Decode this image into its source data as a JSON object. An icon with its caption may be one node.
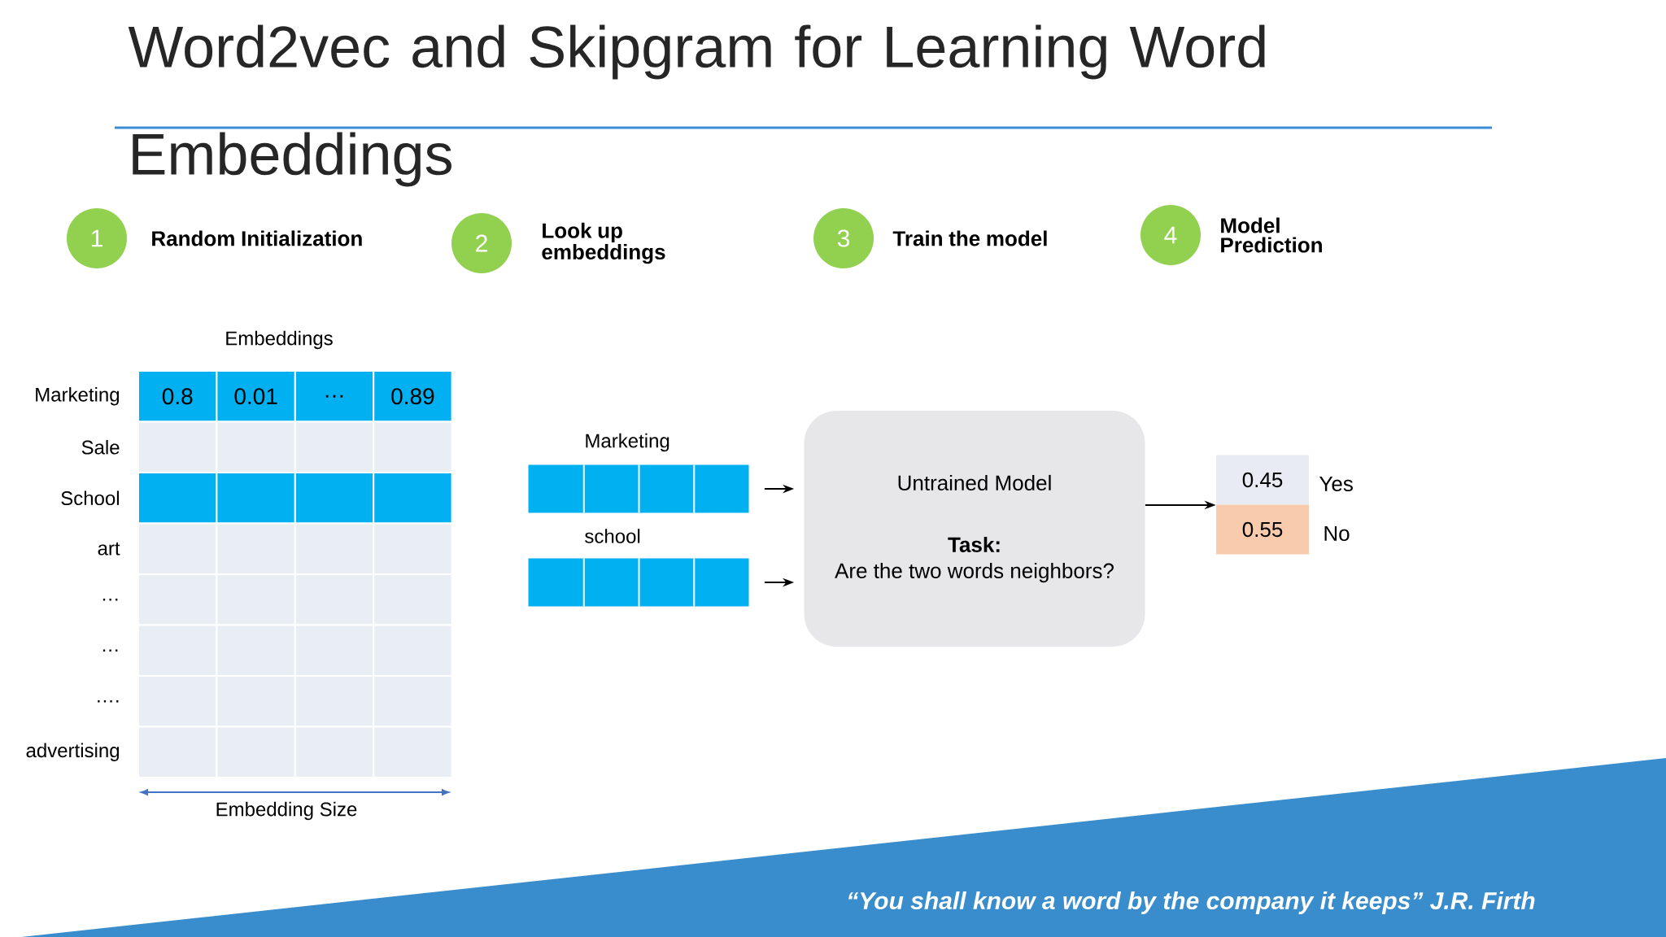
{
  "diagram": {
    "title": "Word2vec and Skipgram for Learning Word Embeddings",
    "nodes": [
      {
        "text": [
          "1"
        ],
        "beside": [
          "Random Initialization"
        ]
      },
      {
        "text": [
          "2"
        ],
        "beside": [
          "Look up embeddings"
        ]
      },
      {
        "text": [
          "3"
        ],
        "beside": [
          "Train the model"
        ]
      },
      {
        "text": [
          "4"
        ],
        "beside": [
          "Model Prediction"
        ]
      },
      {
        "text": [],
        "shape": "bar",
        "beside": [
          "Marketing"
        ]
      },
      {
        "text": [],
        "shape": "bar",
        "beside": [
          "school"
        ]
      },
      {
        "text": [
          "Untrained Model",
          "Task:",
          "Are the two words neighbors?"
        ]
      },
      {
        "text": [
          "0.45"
        ],
        "beside": [
          "Yes"
        ]
      },
      {
        "text": [
          "0.55"
        ],
        "beside": [
          "No"
        ]
      }
    ],
    "edges": [
      {
        "from": 4,
        "to": 6,
        "arrow": "to"
      },
      {
        "from": 5,
        "to": 6,
        "arrow": "to"
      },
      {
        "from": 6,
        "to": 7,
        "arrow": "to"
      }
    ],
    "labels": [
      "Embeddings",
      "Marketing",
      "0.8",
      "0.01",
      "…",
      "0.89",
      "Sale",
      "School",
      "art",
      "…",
      "…",
      "….",
      "advertising",
      "Embedding Size",
      "“You shall know a word by the company it keeps” J.R. Firth"
    ]
  }
}
